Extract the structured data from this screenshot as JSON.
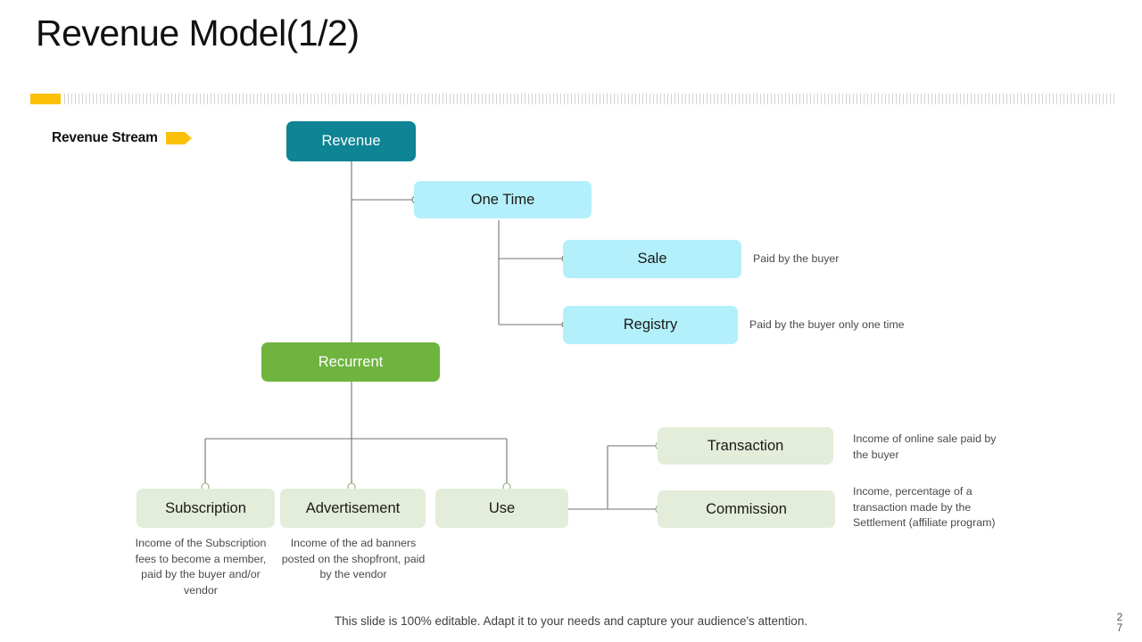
{
  "slide": {
    "title": "Revenue Model(1/2)",
    "footer_note": "This slide is 100% editable. Adapt it to your needs and capture your audience's attention.",
    "page_number_digits": [
      "2",
      "7"
    ]
  },
  "legend": {
    "label": "Revenue Stream",
    "arrow_icon": "arrow-right-icon",
    "accent_color": "#FBC108"
  },
  "divider": {
    "accent_color": "#FBC108",
    "tick_color": "#d3d3d3"
  },
  "colors": {
    "root": "#0E8494",
    "recurrent": "#6EB43F",
    "one_time_children": "#B3F0FB",
    "recurrent_children": "#E3EDD9",
    "connector": "#5f6a63"
  },
  "nodes": {
    "revenue": {
      "label": "Revenue"
    },
    "one_time": {
      "label": "One Time"
    },
    "sale": {
      "label": "Sale"
    },
    "registry": {
      "label": "Registry"
    },
    "recurrent": {
      "label": "Recurrent"
    },
    "subscription": {
      "label": "Subscription"
    },
    "advertisement": {
      "label": "Advertisement"
    },
    "use": {
      "label": "Use"
    },
    "transaction": {
      "label": "Transaction"
    },
    "commission": {
      "label": "Commission"
    }
  },
  "descriptions": {
    "sale": "Paid by the buyer",
    "registry": "Paid by the buyer only one time",
    "subscription": "Income of the Subscription fees to become a member, paid by the buyer and/or vendor",
    "advertisement": "Income of the ad banners posted on the shopfront, paid by the vendor",
    "transaction": "Income of online sale paid by the buyer",
    "commission": "Income, percentage of a transaction made by the Settlement (affiliate program)"
  },
  "chart_data": {
    "type": "diagram",
    "title": "Revenue Model(1/2)",
    "root": "Revenue",
    "branches": [
      {
        "name": "One Time",
        "children": [
          {
            "name": "Sale",
            "note": "Paid by the buyer"
          },
          {
            "name": "Registry",
            "note": "Paid by the buyer only one time"
          }
        ]
      },
      {
        "name": "Recurrent",
        "children": [
          {
            "name": "Subscription",
            "note": "Income of the Subscription fees to become a member, paid by the buyer and/or vendor"
          },
          {
            "name": "Advertisement",
            "note": "Income of the ad banners posted on the shopfront, paid by the vendor"
          },
          {
            "name": "Use",
            "children": [
              {
                "name": "Transaction",
                "note": "Income of online sale paid by the buyer"
              },
              {
                "name": "Commission",
                "note": "Income, percentage of a transaction made by the Settlement (affiliate program)"
              }
            ]
          }
        ]
      }
    ]
  }
}
